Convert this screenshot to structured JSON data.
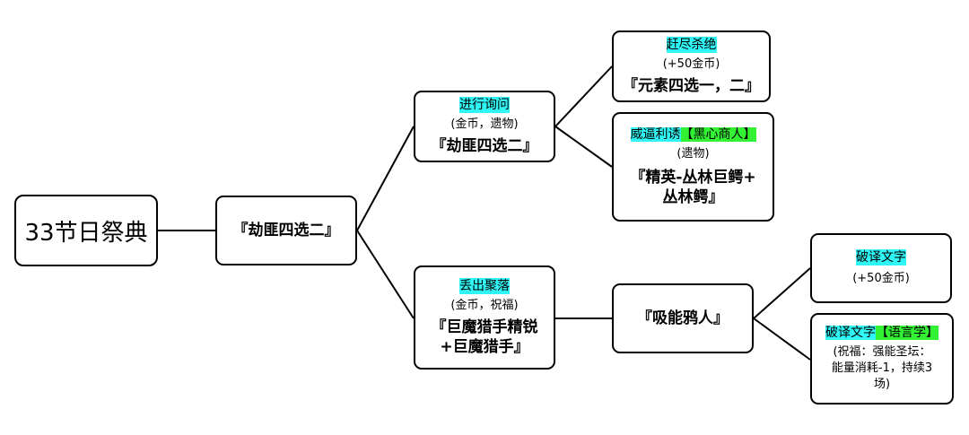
{
  "root": {
    "label": "33节日祭典"
  },
  "stage1": {
    "label": "『劫匪四选二』"
  },
  "branch_a": {
    "action": "进行询问",
    "reward": "(金币，遗物)",
    "stage": "『劫匪四选二』",
    "options": [
      {
        "action": "赶尽杀绝",
        "reward": "(+50金币)",
        "stage": "『元素四选一，二』"
      },
      {
        "action": "威逼利诱",
        "requirement": "【黑心商人】",
        "reward": "(遗物)",
        "stage_line1": "『精英-丛林巨鳄+",
        "stage_line2": "丛林鳄』"
      }
    ]
  },
  "branch_b": {
    "action": "丢出聚落",
    "reward": "(金币，祝福)",
    "stage_line1": "『巨魔猎手精锐",
    "stage_line2": "+巨魔猎手』",
    "next": {
      "label": "『吸能鸦人』"
    },
    "options": [
      {
        "action": "破译文字",
        "reward": "(+50金币)"
      },
      {
        "action": "破译文字",
        "requirement": "【语言学】",
        "reward_line1": "(祝福：强能圣坛：",
        "reward_line2": "能量消耗-1，持续3",
        "reward_line3": "场)"
      }
    ]
  },
  "colors": {
    "highlight_action": "#2ff5f5",
    "highlight_requirement": "#33f233",
    "line": "#000000"
  }
}
